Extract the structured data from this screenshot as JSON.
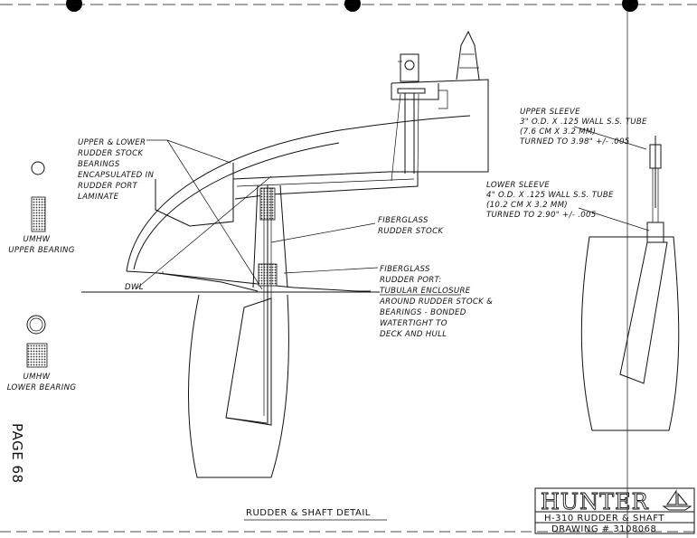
{
  "labels": {
    "bearings_note": [
      "UPPER & LOWER",
      "RUDDER STOCK",
      "BEARINGS",
      "ENCAPSULATED IN",
      "RUDDER PORT",
      "LAMINATE"
    ],
    "upper_bearing": [
      "UMHW",
      "UPPER BEARING"
    ],
    "lower_bearing": [
      "UMHW",
      "LOWER BEARING"
    ],
    "dwl": "DWL",
    "stock": [
      "FIBERGLASS",
      "RUDDER STOCK"
    ],
    "port": [
      "FIBERGLASS",
      "RUDDER PORT:",
      "TUBULAR ENCLOSURE",
      "AROUND RUDDER STOCK &",
      "BEARINGS - BONDED",
      "WATERTIGHT TO",
      "DECK AND HULL"
    ],
    "upper_sleeve": [
      "UPPER SLEEVE",
      "3\" O.D. X .125 WALL S.S. TUBE",
      "(7.6 CM X 3.2 MM)",
      "TURNED TO 3.98\" +/- .005"
    ],
    "lower_sleeve": [
      "LOWER SLEEVE",
      "4\" O.D. X .125 WALL S.S. TUBE",
      "(10.2 CM X 3.2 MM)",
      "TURNED TO 2.90\" +/- .005"
    ],
    "page": "PAGE 68",
    "title": "RUDDER & SHAFT DETAIL"
  },
  "title_block": {
    "brand": "HUNTER",
    "drawing_name": "H-310 RUDDER & SHAFT",
    "drawing_number": "DRAWING # 3108068"
  }
}
